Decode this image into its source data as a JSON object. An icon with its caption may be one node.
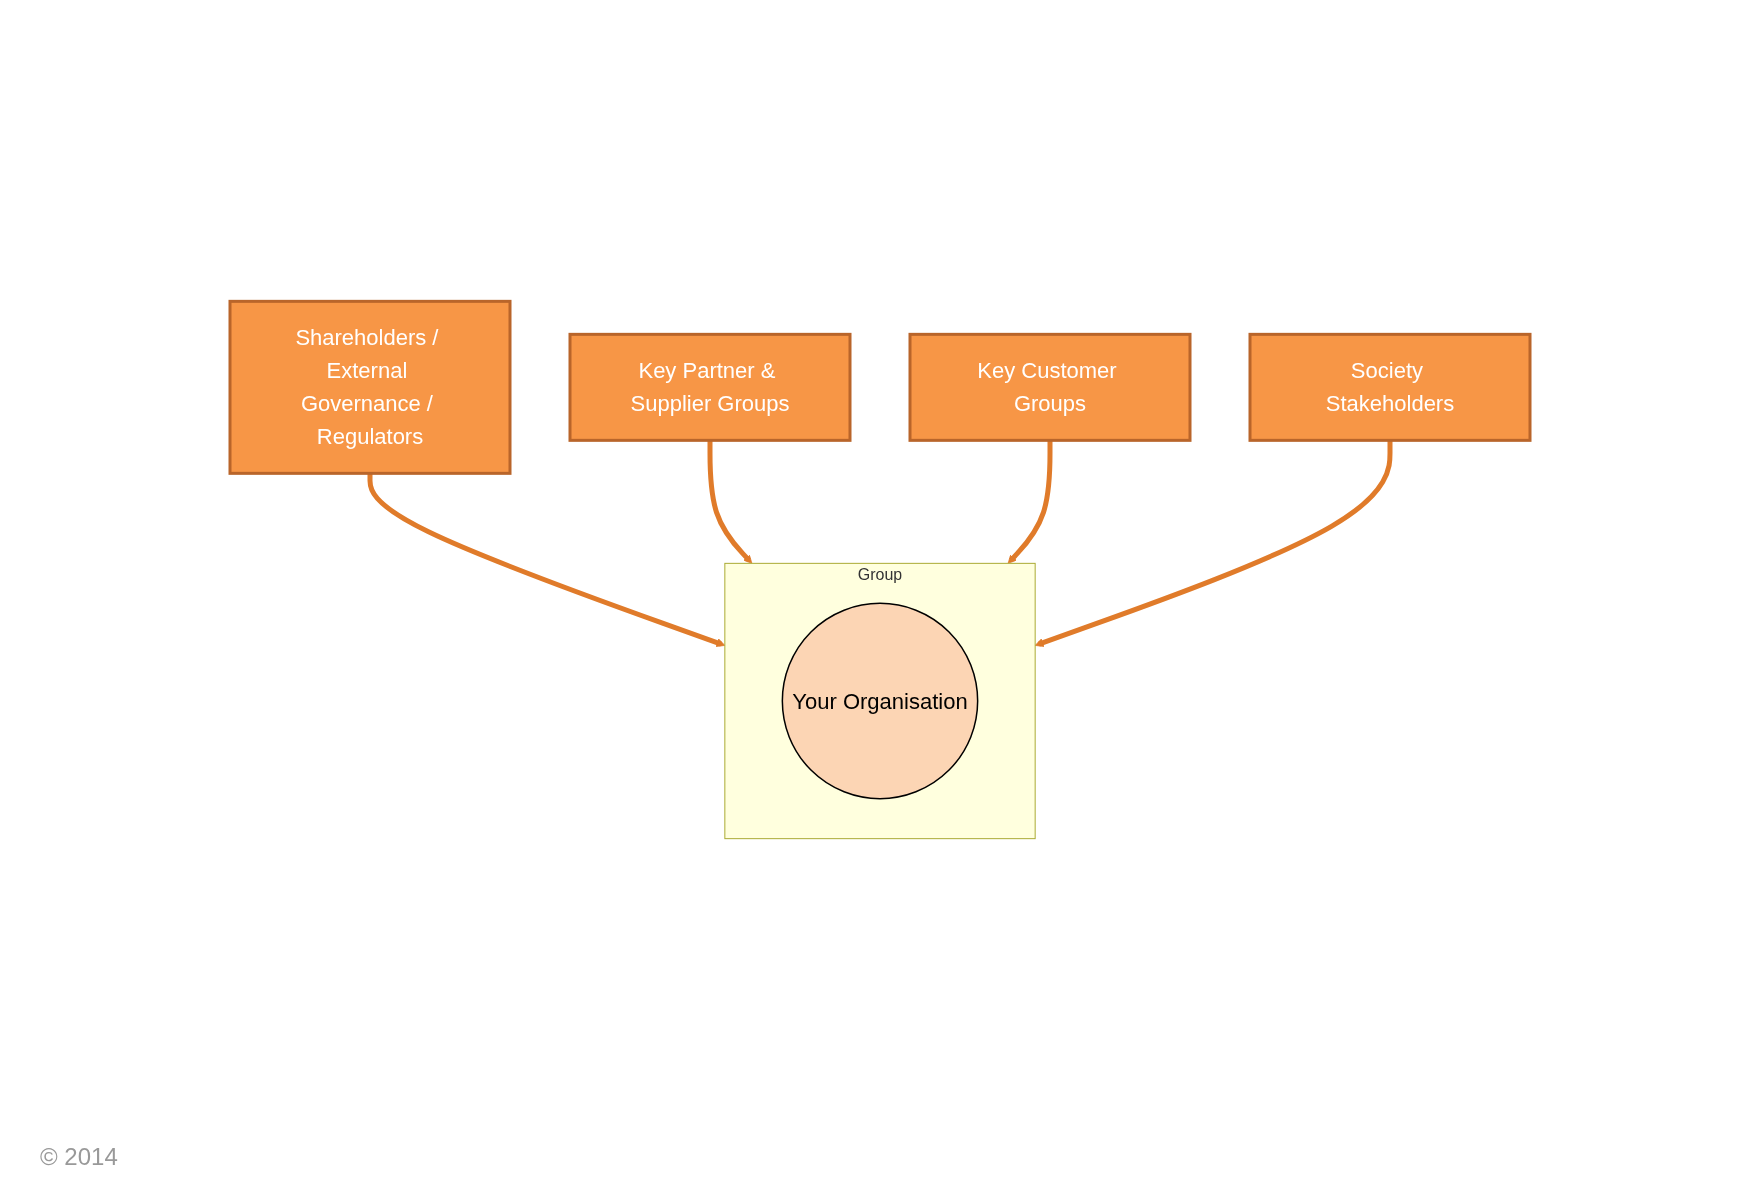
{
  "diagram": {
    "nodes": [
      {
        "text": [
          "Shareholders / External Governance / Regulators"
        ]
      },
      {
        "text": [
          "Key Partner & Supplier Groups"
        ]
      },
      {
        "text": [
          "Group"
        ]
      },
      {
        "text": [
          "Your Organisation"
        ],
        "in": 2
      },
      {
        "text": [
          "Key Customer Groups"
        ]
      },
      {
        "text": [
          "Society Stakeholders"
        ]
      }
    ],
    "edges": [
      {
        "from": 0,
        "to": 2,
        "arrow": "to"
      },
      {
        "from": 1,
        "to": 2,
        "arrow": "to"
      },
      {
        "from": 4,
        "to": 2,
        "arrow": "to"
      },
      {
        "from": 5,
        "to": 2,
        "arrow": "to"
      }
    ],
    "labels": [
      "© 2014"
    ]
  }
}
